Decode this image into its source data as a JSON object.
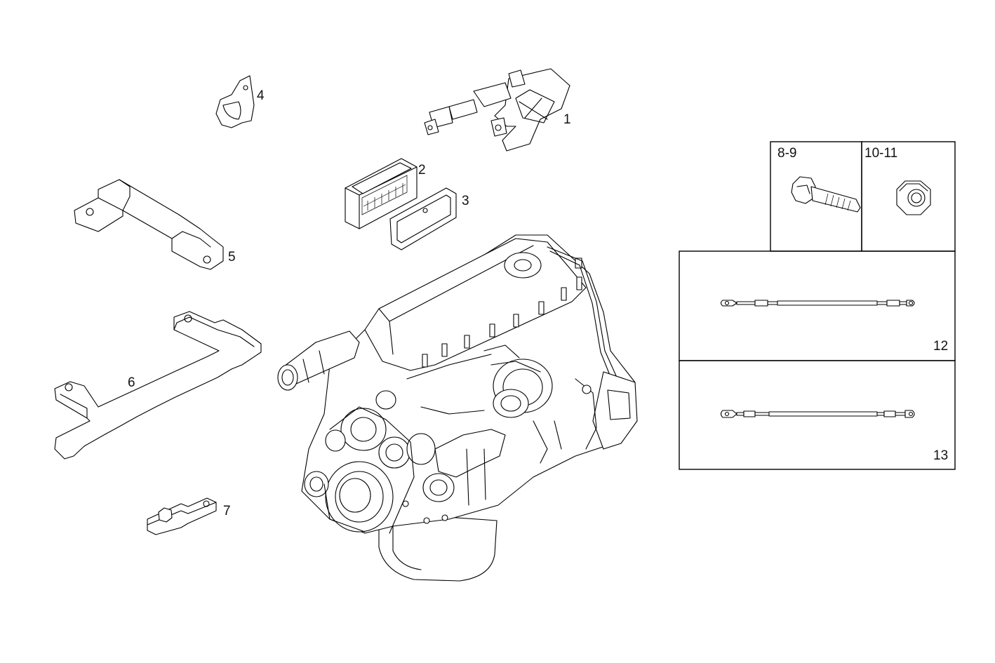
{
  "callouts": {
    "p1": "1",
    "p2": "2",
    "p3": "3",
    "p4": "4",
    "p5": "5",
    "p6": "6",
    "p7": "7",
    "p8_9": "8-9",
    "p10_11": "10-11",
    "p12": "12",
    "p13": "13"
  },
  "icons": {
    "engine": "engine-drawing-icon",
    "sensor": "sensor-bracket-icon",
    "ecu": "ecu-unit-icon",
    "gasket": "gasket-icon",
    "clip": "pipe-clip-icon",
    "bracket": "bracket-icon",
    "plate": "plate-icon",
    "bolt": "flange-bolt-icon",
    "nut": "flange-nut-icon",
    "cable": "ground-cable-icon"
  }
}
